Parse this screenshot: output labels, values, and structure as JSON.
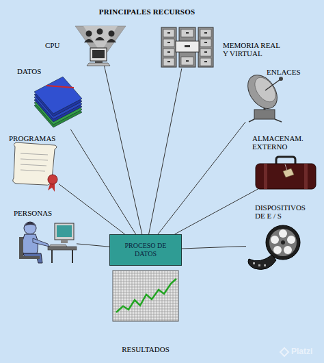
{
  "diagram": {
    "title": "PRINCIPALES RECURSOS",
    "nodes": [
      {
        "text": [
          "CPU"
        ]
      },
      {
        "text": [
          "MEMORIA REAL Y VIRTUAL"
        ]
      },
      {
        "text": [
          "DATOS"
        ]
      },
      {
        "text": [
          "ENLACES"
        ]
      },
      {
        "text": [
          "PROGRAMAS"
        ]
      },
      {
        "text": [
          "ALMACENAM. EXTERNO"
        ]
      },
      {
        "text": [
          "PERSONAS"
        ]
      },
      {
        "text": [
          "DISPOSITIVOS DE E / S"
        ]
      },
      {
        "text": [
          "PROCESO DE DATOS"
        ]
      },
      {
        "text": [
          "RESULTADOS"
        ]
      }
    ],
    "edges": [
      {
        "from": 8,
        "to": 0,
        "arrow": "none"
      },
      {
        "from": 8,
        "to": 1,
        "arrow": "none"
      },
      {
        "from": 8,
        "to": 2,
        "arrow": "none"
      },
      {
        "from": 8,
        "to": 3,
        "arrow": "none"
      },
      {
        "from": 8,
        "to": 4,
        "arrow": "none"
      },
      {
        "from": 8,
        "to": 5,
        "arrow": "none"
      },
      {
        "from": 8,
        "to": 6,
        "arrow": "none"
      },
      {
        "from": 8,
        "to": 7,
        "arrow": "none"
      }
    ],
    "labels": [
      "Platzi"
    ]
  }
}
